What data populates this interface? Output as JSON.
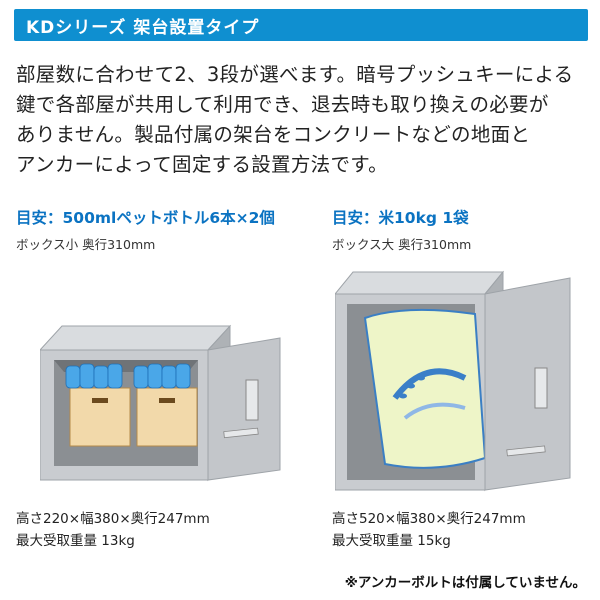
{
  "header": {
    "title": "KDシリーズ 架台設置タイプ"
  },
  "description": {
    "lines": [
      "部屋数に合わせて2、3段が選べます。暗号プッシュキーによる",
      "鍵で各部屋が共用して利用でき、退去時も取り換えの必要が",
      "ありません。製品付属の架台をコンクリートなどの地面と",
      "アンカーによって固定する設置方法です。"
    ]
  },
  "products": [
    {
      "guide": "目安：500mlペットボトル6本×2個",
      "box_type": "ボックス小 奥行310mm",
      "size": "高さ220×幅380×奥行247mm",
      "max_load": "最大受取重量 13kg"
    },
    {
      "guide": "目安：米10kg 1袋",
      "box_type": "ボックス大 奥行310mm",
      "size": "高さ520×幅380×奥行247mm",
      "max_load": "最大受取重量 15kg"
    }
  ],
  "footnote": "※アンカーボルトは付属していません。",
  "colors": {
    "accent": "#0f8fd0",
    "guide_text": "#0b73c2",
    "cabinet": "#c9ccd0"
  }
}
